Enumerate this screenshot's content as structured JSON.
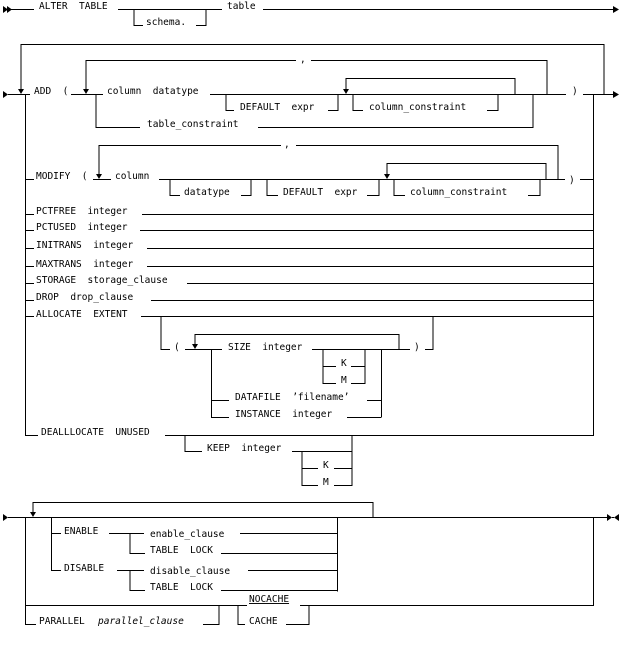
{
  "title": "ALTER TABLE syntax diagram",
  "header": {
    "keyword": "ALTER  TABLE",
    "schema": "schema.",
    "table": "table"
  },
  "add": {
    "keyword": "ADD  (",
    "column_datatype": "column  datatype",
    "default_expr": "DEFAULT  expr",
    "column_constraint": "column_constraint",
    "table_constraint": "table_constraint",
    "separator": ",",
    "close": ")"
  },
  "modify": {
    "keyword": "MODIFY  (",
    "column": "column",
    "datatype": "datatype",
    "default_expr": "DEFAULT  expr",
    "column_constraint": "column_constraint",
    "separator": ",",
    "close": ")"
  },
  "options": [
    {
      "id": "pctfree",
      "text": "PCTFREE  integer"
    },
    {
      "id": "pctused",
      "text": "PCTUSED  integer"
    },
    {
      "id": "initrans",
      "text": "INITRANS  integer"
    },
    {
      "id": "maxtrans",
      "text": "MAXTRANS  integer"
    },
    {
      "id": "storage",
      "text": "STORAGE  storage_clause"
    },
    {
      "id": "drop",
      "text": "DROP  drop_clause"
    }
  ],
  "allocate": {
    "keyword": "ALLOCATE  EXTENT",
    "open": "(",
    "size": "SIZE  integer",
    "k": "K",
    "m": "M",
    "datafile": "DATAFILE  ’filename’",
    "instance": "INSTANCE  integer",
    "close": ")"
  },
  "deallocate": {
    "keyword": "DEALLLOCATE  UNUSED",
    "keep": "KEEP  integer",
    "k": "K",
    "m": "M"
  },
  "bottom": {
    "enable": "ENABLE",
    "enable_clause": "enable_clause",
    "enable_table_lock": "TABLE  LOCK",
    "disable": "DISABLE",
    "disable_clause": "disable_clause",
    "disable_table_lock": "TABLE  LOCK",
    "parallel": "PARALLEL",
    "parallel_clause": "parallel_clause",
    "nocache": "NOCACHE",
    "cache": "CACHE"
  }
}
